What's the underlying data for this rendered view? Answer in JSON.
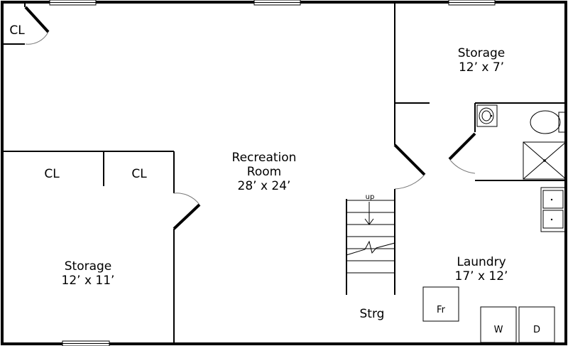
{
  "rooms": {
    "recreation": {
      "name_line1": "Recreation",
      "name_line2": "Room",
      "size": "28’ x 24’"
    },
    "storage_top_right": {
      "name": "Storage",
      "size": "12’ x 7’"
    },
    "storage_left": {
      "name": "Storage",
      "size": "12’ x 11’"
    },
    "laundry": {
      "name": "Laundry",
      "size": "17’ x 12’"
    },
    "strg": {
      "name": "Strg"
    }
  },
  "closets": {
    "top_left": "CL",
    "left_1": "CL",
    "left_2": "CL"
  },
  "stairs": {
    "direction": "up"
  },
  "appliances": {
    "furnace": "Fr",
    "washer": "W",
    "dryer": "D"
  },
  "icons": {
    "window": "window-icon",
    "door": "door-icon",
    "stairs": "stairs-icon",
    "sink": "sink-icon",
    "toilet": "toilet-icon",
    "shower": "shower-icon",
    "laundry_tub": "laundry-tub-icon"
  }
}
